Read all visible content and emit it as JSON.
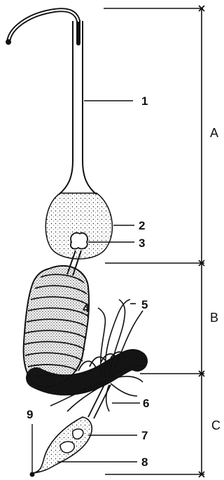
{
  "figure": {
    "part_labels": {
      "p1": "1",
      "p2": "2",
      "p3": "3",
      "p4": "4",
      "p5": "5",
      "p6": "6",
      "p7": "7",
      "p8": "8",
      "p9": "9"
    },
    "region_labels": {
      "a": "A",
      "b": "B",
      "c": "C"
    },
    "colors": {
      "ink": "#111111",
      "paper": "#ffffff"
    }
  }
}
